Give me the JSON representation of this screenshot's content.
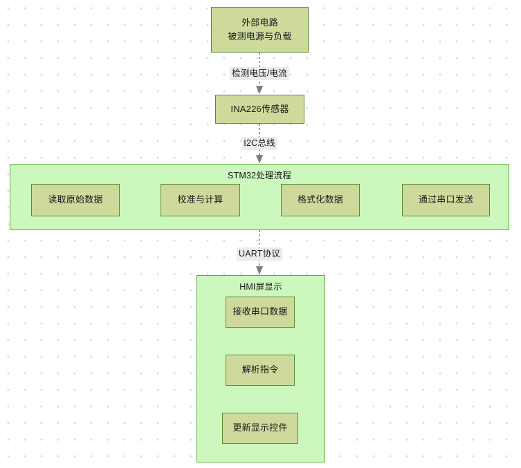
{
  "diagram": {
    "type": "flowchart",
    "direction": "top-down",
    "background": "#ffffff",
    "dot_grid_color": "#dedede",
    "colors": {
      "node_fill": "#cdda9b",
      "node_stroke": "#5c8a34",
      "subgraph_fill": "#ccf8bd",
      "subgraph_stroke": "#5fa83f",
      "edge_stroke": "#8a8a8a",
      "inner_edge_stroke": "#333333",
      "edge_label_bg": "#ececec"
    }
  },
  "nodes": {
    "external_circuit": {
      "line1": "外部电路",
      "line2": "被测电源与负载"
    },
    "ina226": {
      "label": "INA226传感器"
    }
  },
  "subgraphs": {
    "stm32": {
      "title": "STM32处理流程",
      "steps": [
        {
          "label": "读取原始数据"
        },
        {
          "label": "校准与计算"
        },
        {
          "label": "格式化数据"
        },
        {
          "label": "通过串口发送"
        }
      ]
    },
    "hmi": {
      "title": "HMI屏显示",
      "steps": [
        {
          "label": "接收串口数据"
        },
        {
          "label": "解析指令"
        },
        {
          "label": "更新显示控件"
        }
      ]
    }
  },
  "edges": [
    {
      "from": "external_circuit",
      "to": "ina226",
      "label": "检测电压/电流"
    },
    {
      "from": "ina226",
      "to": "stm32",
      "label": "I2C总线"
    },
    {
      "from": "stm32",
      "to": "hmi",
      "label": "UART协议"
    },
    {
      "from": "读取原始数据",
      "to": "校准与计算",
      "label": ""
    },
    {
      "from": "校准与计算",
      "to": "格式化数据",
      "label": ""
    },
    {
      "from": "格式化数据",
      "to": "通过串口发送",
      "label": ""
    }
  ]
}
